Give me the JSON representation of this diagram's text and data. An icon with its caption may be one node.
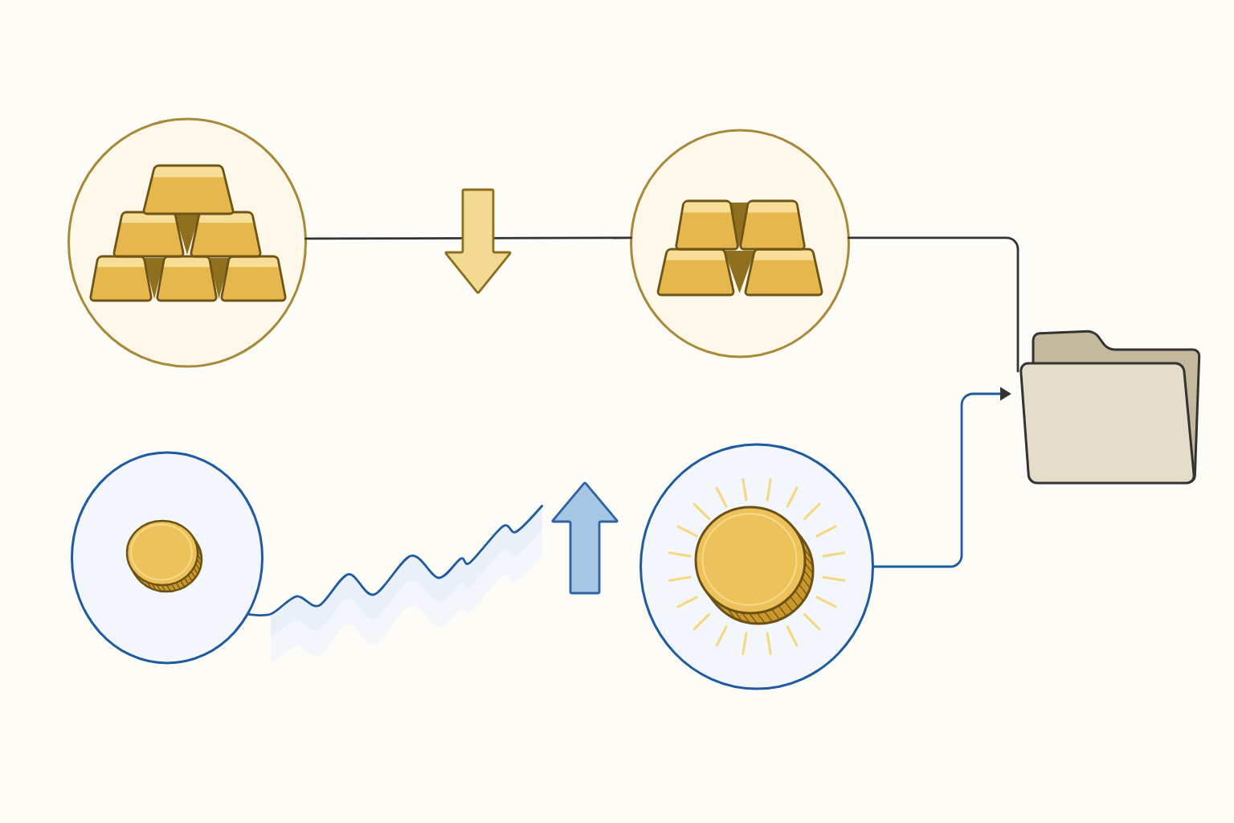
{
  "diagram": {
    "nodes": [
      {
        "text": [],
        "shape": "circle"
      },
      {
        "text": [],
        "shape": "circle"
      },
      {
        "text": [],
        "shape": "folder"
      },
      {
        "text": [],
        "shape": "circle"
      },
      {
        "text": [],
        "shape": "circle"
      }
    ],
    "edges": [
      {
        "from": 0,
        "to": 1,
        "arrow": "none"
      },
      {
        "from": 1,
        "to": 2,
        "arrow": "none"
      },
      {
        "from": 3,
        "to": null,
        "arrow": "none",
        "color": "#1f5b9e"
      },
      {
        "from": 4,
        "to": 2,
        "arrow": "to",
        "color": "#1f5b9e"
      }
    ]
  }
}
